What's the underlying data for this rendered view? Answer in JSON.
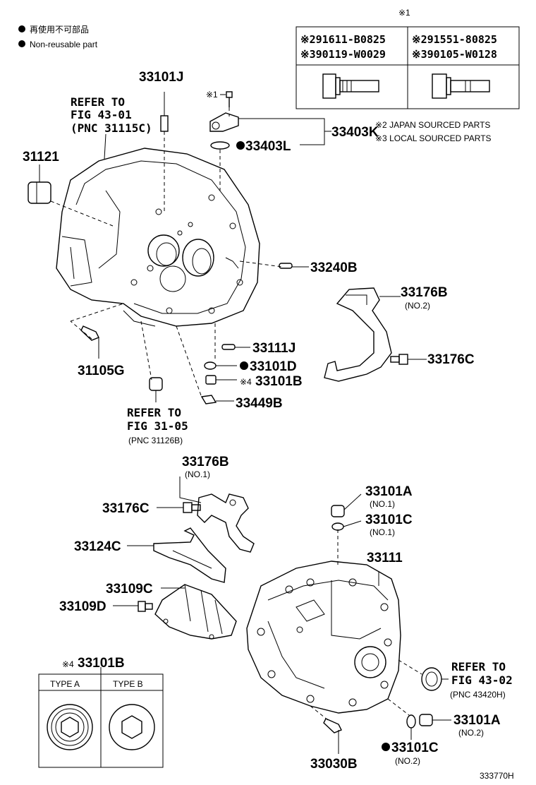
{
  "legend": {
    "jp": "再使用不可部品",
    "en": "Non-reusable part"
  },
  "note_table": {
    "header_mark": "※1",
    "cells": [
      {
        "line1": "※291611-B0825",
        "line2": "※390119-W0029"
      },
      {
        "line1": "※291551-80825",
        "line2": "※390105-W0128"
      }
    ]
  },
  "source_notes": {
    "japan": "※2 JAPAN SOURCED PARTS",
    "local": "※3 LOCAL SOURCED PARTS"
  },
  "mark1": "※1",
  "mark4": "※4",
  "labels": {
    "p33101J": "33101J",
    "ref1_l1": "REFER TO",
    "ref1_l2": "FIG 43-01",
    "ref1_l3": "(PNC 31115C)",
    "p31121": "31121",
    "p33403K": "33403K",
    "p33403L": "33403L",
    "p33240B": "33240B",
    "p33176B_top": "33176B",
    "p33176B_top_sub": "(NO.2)",
    "p33176C_top": "33176C",
    "p33111J": "33111J",
    "p33101D": "33101D",
    "p33101B_top": "33101B",
    "p33449B": "33449B",
    "p31105G": "31105G",
    "ref2_l1": "REFER TO",
    "ref2_l2": "FIG 31-05",
    "ref2_l3": "(PNC 31126B)",
    "p33176B_mid": "33176B",
    "p33176B_mid_sub": "(NO.1)",
    "p33176C_mid": "33176C",
    "p33124C": "33124C",
    "p33109C": "33109C",
    "p33109D": "33109D",
    "p33101A_top": "33101A",
    "p33101A_top_sub": "(NO.1)",
    "p33101C_top": "33101C",
    "p33101C_top_sub": "(NO.1)",
    "p33111": "33111",
    "ref3_l1": "REFER TO",
    "ref3_l2": "FIG 43-02",
    "ref3_l3": "(PNC 43420H)",
    "p33101A_bot": "33101A",
    "p33101A_bot_sub": "(NO.2)",
    "p33101C_bot": "33101C",
    "p33101C_bot_sub": "(NO.2)",
    "p33030B": "33030B",
    "p33101B_bot": "33101B",
    "type_a": "TYPE A",
    "type_b": "TYPE B",
    "diagram_id": "333770H"
  }
}
